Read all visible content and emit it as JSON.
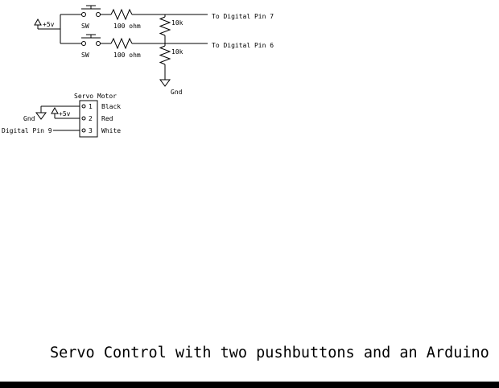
{
  "title": "Servo Control with two pushbuttons and an Arduino",
  "pushbuttons": {
    "supply": "+5v",
    "sw1": "SW",
    "sw2": "SW",
    "r1": "100 ohm",
    "r2": "100 ohm",
    "pulldown1": "10k",
    "pulldown2": "10k",
    "pin7": "To Digital Pin 7",
    "pin6": "To Digital Pin 6",
    "gnd": "Gnd"
  },
  "servo": {
    "heading": "Servo Motor",
    "gnd": "Gnd",
    "supply": "+5v",
    "pin9": "Digital Pin 9",
    "pins": [
      {
        "num": "1",
        "color": "Black"
      },
      {
        "num": "2",
        "color": "Red"
      },
      {
        "num": "3",
        "color": "White"
      }
    ]
  }
}
